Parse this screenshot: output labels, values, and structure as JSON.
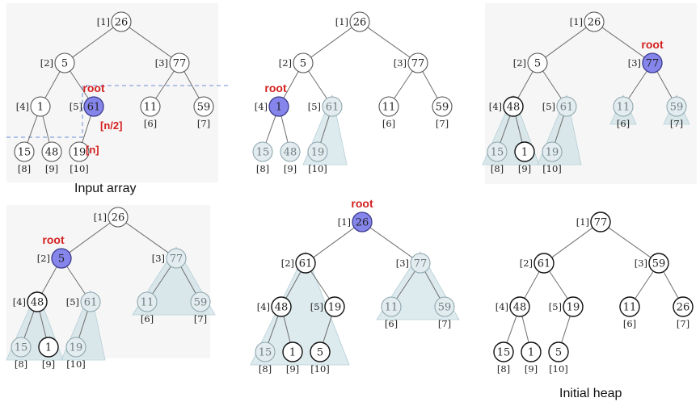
{
  "panels": [
    {
      "caption": "Input array",
      "root_tag": "root",
      "root_at": 5,
      "tags": [
        {
          "text": "[n/2]",
          "at": 5
        },
        {
          "text": "[n]",
          "at": 10
        }
      ],
      "shaded_subtrees": [],
      "nodes": [
        {
          "index": "[1]",
          "value": "26",
          "state": "normal"
        },
        {
          "index": "[2]",
          "value": "5",
          "state": "normal"
        },
        {
          "index": "[3]",
          "value": "77",
          "state": "normal"
        },
        {
          "index": "[4]",
          "value": "1",
          "state": "normal"
        },
        {
          "index": "[5]",
          "value": "61",
          "state": "root"
        },
        {
          "index": "[6]",
          "value": "11",
          "state": "normal"
        },
        {
          "index": "[7]",
          "value": "59",
          "state": "normal"
        },
        {
          "index": "[8]",
          "value": "15",
          "state": "normal"
        },
        {
          "index": "[9]",
          "value": "48",
          "state": "normal"
        },
        {
          "index": "[10]",
          "value": "19",
          "state": "normal"
        }
      ]
    },
    {
      "caption": "",
      "root_tag": "root",
      "root_at": 4,
      "tags": [],
      "shaded_subtrees": [
        5
      ],
      "nodes": [
        {
          "index": "[1]",
          "value": "26",
          "state": "normal"
        },
        {
          "index": "[2]",
          "value": "5",
          "state": "normal"
        },
        {
          "index": "[3]",
          "value": "77",
          "state": "normal"
        },
        {
          "index": "[4]",
          "value": "1",
          "state": "root"
        },
        {
          "index": "[5]",
          "value": "61",
          "state": "faded"
        },
        {
          "index": "[6]",
          "value": "11",
          "state": "normal"
        },
        {
          "index": "[7]",
          "value": "59",
          "state": "normal"
        },
        {
          "index": "[8]",
          "value": "15",
          "state": "faded"
        },
        {
          "index": "[9]",
          "value": "48",
          "state": "faded"
        },
        {
          "index": "[10]",
          "value": "19",
          "state": "faded"
        }
      ]
    },
    {
      "caption": "",
      "root_tag": "root",
      "root_at": 3,
      "tags": [],
      "shaded_subtrees": [
        4,
        5,
        6,
        7
      ],
      "nodes": [
        {
          "index": "[1]",
          "value": "26",
          "state": "normal"
        },
        {
          "index": "[2]",
          "value": "5",
          "state": "normal"
        },
        {
          "index": "[3]",
          "value": "77",
          "state": "root"
        },
        {
          "index": "[4]",
          "value": "48",
          "state": "bold"
        },
        {
          "index": "[5]",
          "value": "61",
          "state": "faded"
        },
        {
          "index": "[6]",
          "value": "11",
          "state": "faded"
        },
        {
          "index": "[7]",
          "value": "59",
          "state": "faded"
        },
        {
          "index": "[8]",
          "value": "15",
          "state": "faded"
        },
        {
          "index": "[9]",
          "value": "1",
          "state": "bold"
        },
        {
          "index": "[10]",
          "value": "19",
          "state": "faded"
        }
      ]
    },
    {
      "caption": "",
      "root_tag": "root",
      "root_at": 2,
      "tags": [],
      "shaded_subtrees": [
        3,
        4,
        5
      ],
      "nodes": [
        {
          "index": "[1]",
          "value": "26",
          "state": "normal"
        },
        {
          "index": "[2]",
          "value": "5",
          "state": "root"
        },
        {
          "index": "[3]",
          "value": "77",
          "state": "faded"
        },
        {
          "index": "[4]",
          "value": "48",
          "state": "bold"
        },
        {
          "index": "[5]",
          "value": "61",
          "state": "faded"
        },
        {
          "index": "[6]",
          "value": "11",
          "state": "faded"
        },
        {
          "index": "[7]",
          "value": "59",
          "state": "faded"
        },
        {
          "index": "[8]",
          "value": "15",
          "state": "faded"
        },
        {
          "index": "[9]",
          "value": "1",
          "state": "bold"
        },
        {
          "index": "[10]",
          "value": "19",
          "state": "faded"
        }
      ]
    },
    {
      "caption": "",
      "root_tag": "root",
      "root_at": 1,
      "tags": [],
      "shaded_subtrees": [
        2,
        3
      ],
      "nodes": [
        {
          "index": "[1]",
          "value": "26",
          "state": "root"
        },
        {
          "index": "[2]",
          "value": "61",
          "state": "bold"
        },
        {
          "index": "[3]",
          "value": "77",
          "state": "faded"
        },
        {
          "index": "[4]",
          "value": "48",
          "state": "bold"
        },
        {
          "index": "[5]",
          "value": "19",
          "state": "bold"
        },
        {
          "index": "[6]",
          "value": "11",
          "state": "faded"
        },
        {
          "index": "[7]",
          "value": "59",
          "state": "faded"
        },
        {
          "index": "[8]",
          "value": "15",
          "state": "faded"
        },
        {
          "index": "[9]",
          "value": "1",
          "state": "bold"
        },
        {
          "index": "[10]",
          "value": "5",
          "state": "bold"
        }
      ]
    },
    {
      "caption": "Initial heap",
      "root_tag": "",
      "root_at": 0,
      "tags": [],
      "shaded_subtrees": [],
      "nodes": [
        {
          "index": "[1]",
          "value": "77",
          "state": "bold"
        },
        {
          "index": "[2]",
          "value": "61",
          "state": "bold"
        },
        {
          "index": "[3]",
          "value": "59",
          "state": "bold"
        },
        {
          "index": "[4]",
          "value": "48",
          "state": "bold"
        },
        {
          "index": "[5]",
          "value": "19",
          "state": "bold"
        },
        {
          "index": "[6]",
          "value": "11",
          "state": "bold"
        },
        {
          "index": "[7]",
          "value": "26",
          "state": "bold"
        },
        {
          "index": "[8]",
          "value": "15",
          "state": "bold"
        },
        {
          "index": "[9]",
          "value": "1",
          "state": "bold"
        },
        {
          "index": "[10]",
          "value": "5",
          "state": "bold"
        }
      ]
    }
  ]
}
